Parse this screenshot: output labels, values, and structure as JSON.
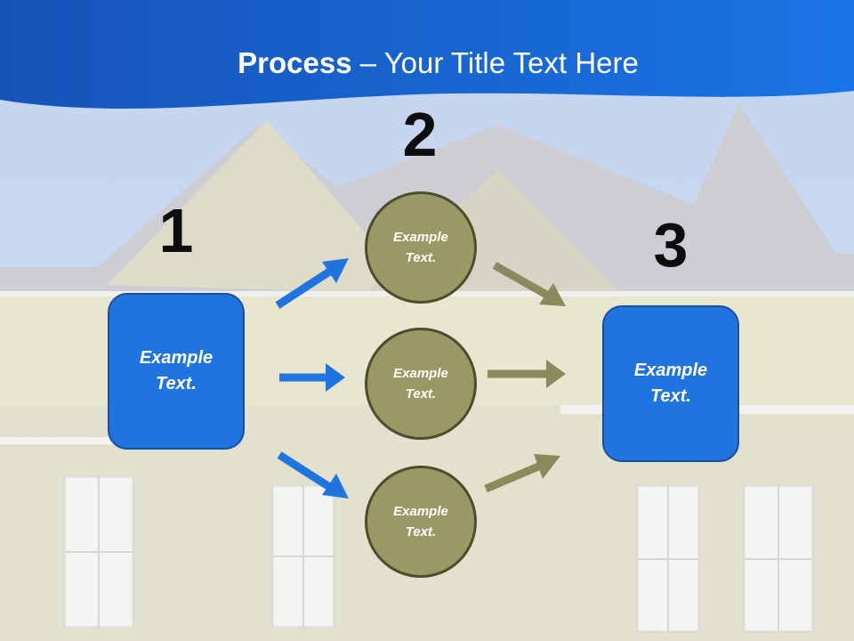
{
  "slide": {
    "title_bold": "Process",
    "title_rest": " – Your Title Text Here",
    "step_numbers": [
      "1",
      "2",
      "3"
    ],
    "left_box": "Example Text.",
    "right_box": "Example Text.",
    "circles": [
      "Example Text.",
      "Example Text.",
      "Example Text."
    ]
  },
  "colors": {
    "header_blue": "#1a62c8",
    "box_blue": "#1f74e0",
    "circle_olive": "#999966",
    "arrow_blue": "#1f74e0",
    "arrow_olive": "#8a8a5c"
  }
}
